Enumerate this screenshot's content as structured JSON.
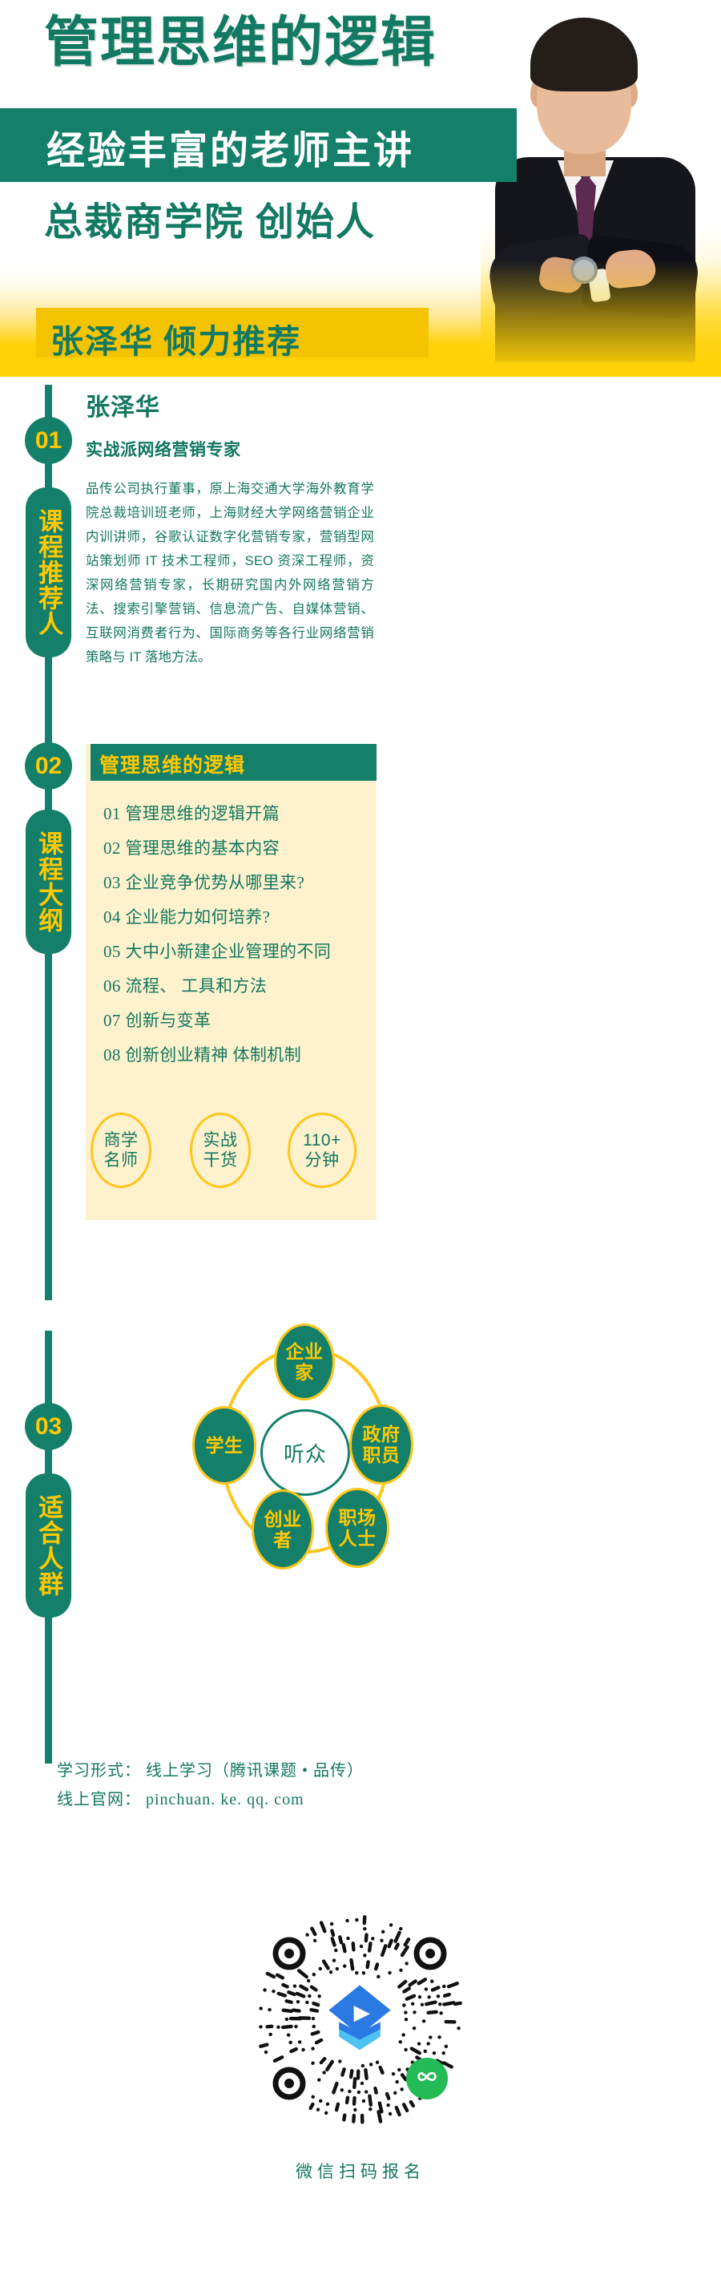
{
  "hero": {
    "title": "管理思维的逻辑",
    "subtitle_bar": "经验丰富的老师主讲",
    "line3": "总裁商学院  创始人",
    "badge": "张泽华  倾力推荐"
  },
  "sections": [
    {
      "number": "01",
      "rail_label": "课程推荐人",
      "instructor_name": "张泽华",
      "instructor_title": "实战派网络营销专家",
      "instructor_bio": "品传公司执行董事，原上海交通大学海外教育学院总裁培训班老师，上海财经大学网络营销企业内训讲师，谷歌认证数字化营销专家，营销型网站策划师 IT 技术工程师，SEO 资深工程师，资深网络营销专家，长期研究国内外网络营销方法、搜索引擎营销、信息流广告、自媒体营销、互联网消费者行为、国际商务等各行业网络营销策略与 IT 落地方法。"
    },
    {
      "number": "02",
      "rail_label": "课程大纲",
      "outline_title": "管理思维的逻辑",
      "outline_items": [
        "01 管理思维的逻辑开篇",
        "02 管理思维的基本内容",
        "03 企业竞争优势从哪里来?",
        "04 企业能力如何培养?",
        "05 大中小新建企业管理的不同",
        "06 流程、 工具和方法",
        "07 创新与变革",
        "08 创新创业精神  体制机制"
      ],
      "badges": [
        {
          "line1": "商学",
          "line2": "名师"
        },
        {
          "line1": "实战",
          "line2": "干货"
        },
        {
          "line1": "110+",
          "line2": "分钟"
        }
      ]
    },
    {
      "number": "03",
      "rail_label": "适合人群",
      "center_label": "听众",
      "nodes": [
        {
          "id": "top",
          "line1": "企业",
          "line2": "家"
        },
        {
          "id": "right",
          "line1": "政府",
          "line2": "职员"
        },
        {
          "id": "bottom-right",
          "line1": "职场",
          "line2": "人士"
        },
        {
          "id": "bottom-left",
          "line1": "创业",
          "line2": "者"
        },
        {
          "id": "left",
          "line1": "学生",
          "line2": ""
        }
      ]
    }
  ],
  "footer": {
    "learning_format": "学习形式： 线上学习（腾讯课题 • 品传）",
    "website": "线上官网： pinchuan. ke. qq. com",
    "qr_caption": "微信扫码报名"
  },
  "colors": {
    "brand_green": "#14806a",
    "brand_green_text": "#12775f",
    "accent_yellow": "#ffd208",
    "badge_yellow": "#f5c400",
    "gold_text": "#ffc800",
    "cream_card": "#fdf2cd",
    "qr_logo_blue": "#2b7ae4",
    "qr_mini_green": "#22bb55"
  }
}
